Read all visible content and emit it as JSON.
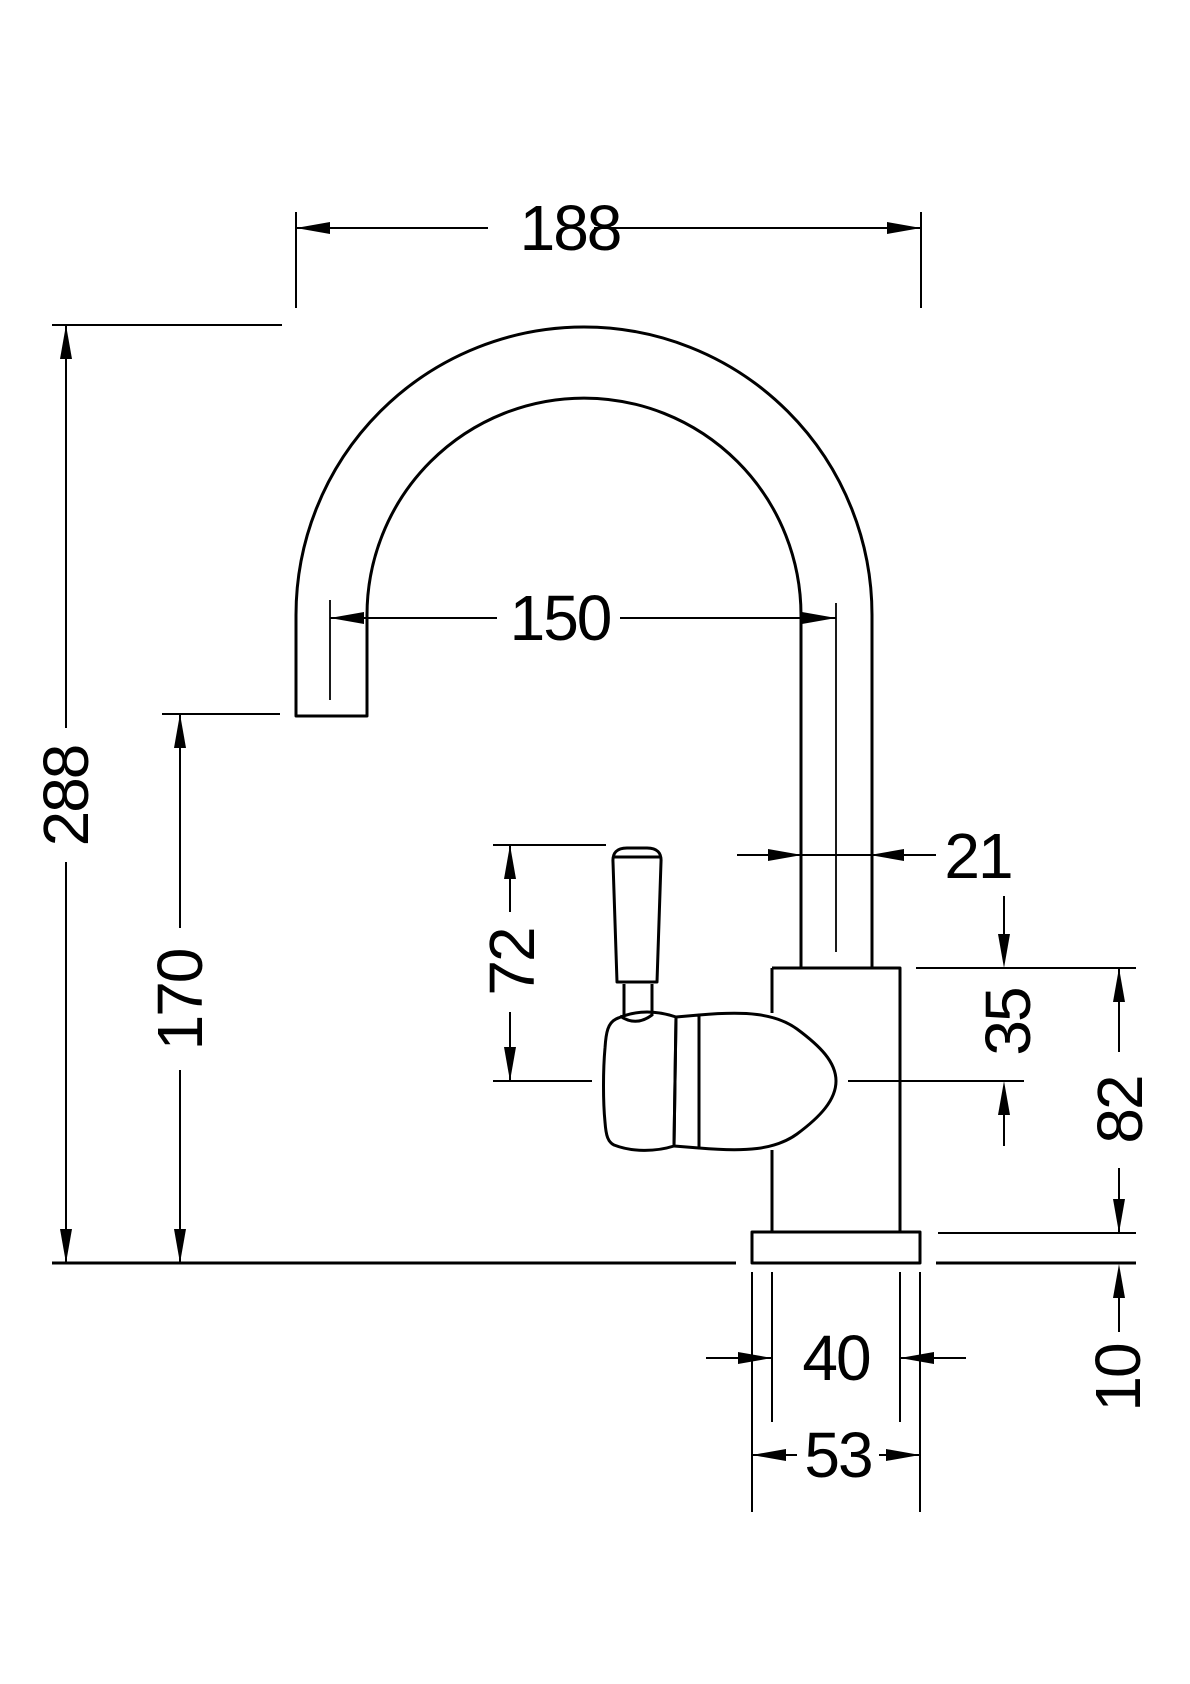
{
  "drawing": {
    "subject": "kitchen mixer tap side elevation technical drawing",
    "units": "mm",
    "line_color": "#000000",
    "background_color": "#ffffff",
    "labels": {
      "width_overall": "188",
      "spout_reach": "150",
      "height_overall": "288",
      "spout_outlet_height": "170",
      "handle_length": "72",
      "spout_tube_diameter": "21",
      "body_top_to_cartridge_axis": "35",
      "body_height_above_counter": "82",
      "body_diameter": "40",
      "base_plate_diameter": "53",
      "base_plate_thickness": "10"
    }
  }
}
